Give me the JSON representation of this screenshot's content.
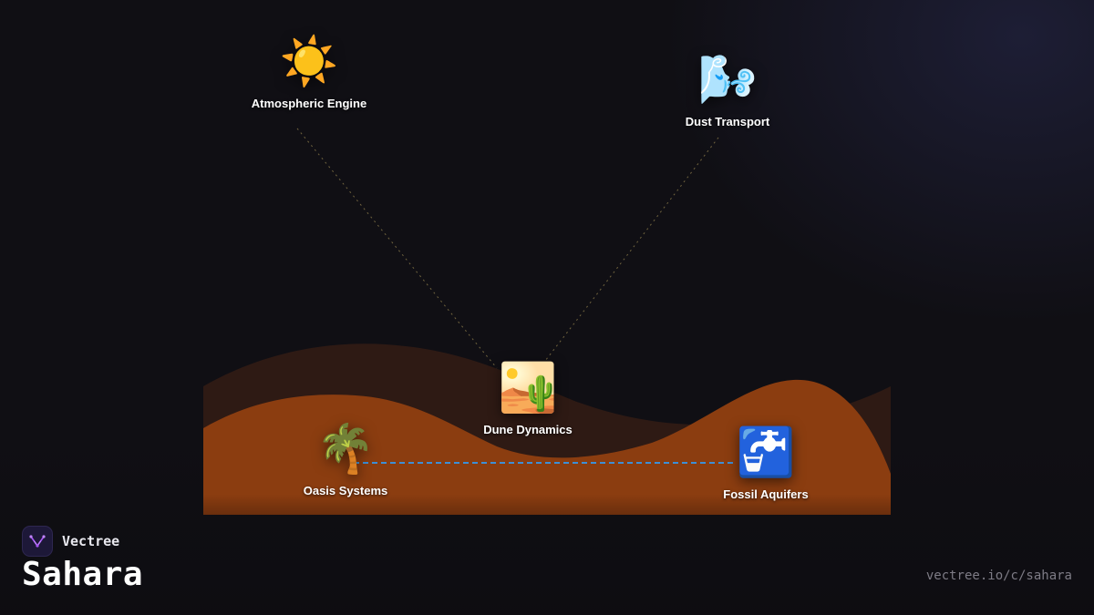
{
  "diagram": {
    "nodes": [
      {
        "id": "atmospheric",
        "label": "Atmospheric Engine",
        "icon": "sun-icon",
        "glyph": "☀️"
      },
      {
        "id": "dust",
        "label": "Dust Transport",
        "icon": "wind-face-icon",
        "glyph": "🌬️"
      },
      {
        "id": "dune",
        "label": "Dune Dynamics",
        "icon": "desert-icon",
        "glyph": "🏜️"
      },
      {
        "id": "oasis",
        "label": "Oasis Systems",
        "icon": "palm-tree-icon",
        "glyph": "🌴"
      },
      {
        "id": "fossil",
        "label": "Fossil Aquifers",
        "icon": "faucet-icon",
        "glyph": "🚰"
      }
    ],
    "edges": [
      {
        "from": "atmospheric",
        "to": "dune",
        "style": "dotted"
      },
      {
        "from": "dust",
        "to": "dune",
        "style": "dotted"
      },
      {
        "from": "oasis",
        "to": "fossil",
        "style": "dashed"
      }
    ]
  },
  "brand": {
    "name": "Vectree",
    "logo_icon": "vectree-logo-icon"
  },
  "title": "Sahara",
  "url": "vectree.io/c/sahara",
  "colors": {
    "background": "#100f14",
    "dune_back": "#2e1a14",
    "dune_front": "#8b3d10",
    "water_link": "#3d8fd6",
    "dotted_link": "#8a7a4a"
  }
}
